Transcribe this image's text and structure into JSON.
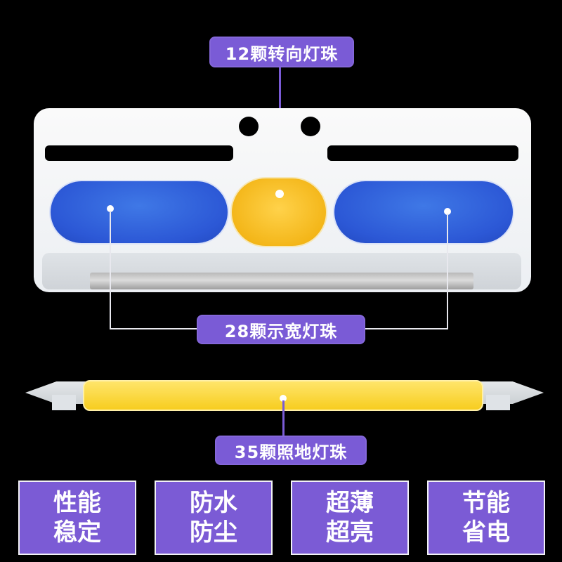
{
  "callouts": {
    "turn": "12颗转向灯珠",
    "width": "28颗示宽灯珠",
    "ground": "35颗照地灯珠"
  },
  "features": [
    {
      "line1": "性能",
      "line2": "稳定"
    },
    {
      "line1": "防水",
      "line2": "防尘"
    },
    {
      "line1": "超薄",
      "line2": "超亮"
    },
    {
      "line1": "节能",
      "line2": "省电"
    }
  ],
  "colors": {
    "accent": "#7b5bd5",
    "led_blue": "#2c58d6",
    "led_amber": "#f3b517",
    "led_yellow": "#f7cd1f",
    "background": "#000000"
  }
}
